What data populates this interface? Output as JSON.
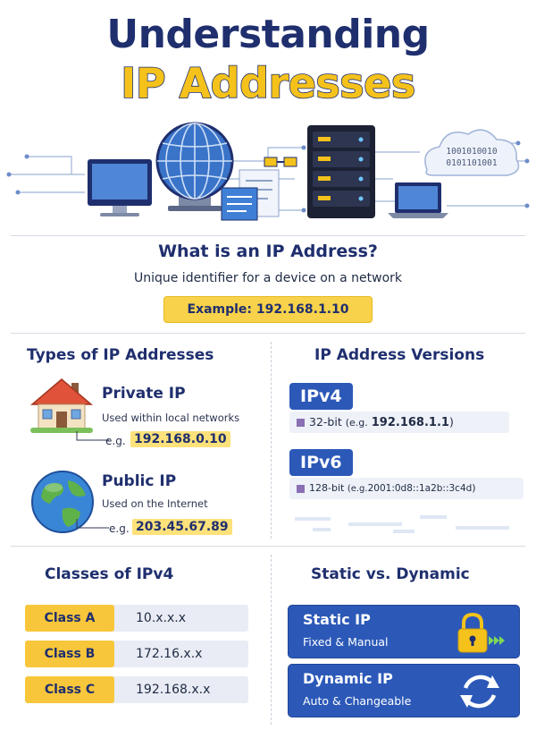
{
  "title": {
    "line1": "Understanding",
    "line2": "IP Addresses"
  },
  "hero": {
    "binary_line1": "1001010010",
    "binary_line2": "0101101001"
  },
  "what": {
    "heading": "What is an IP Address?",
    "subtitle": "Unique identifier for a device on a network",
    "example": "Example: 192.168.1.10"
  },
  "types": {
    "heading": "Types of IP Addresses",
    "private": {
      "name": "Private IP",
      "desc": "Used within local networks",
      "eg_label": "e.g.",
      "eg_value": "192.168.0.10"
    },
    "public": {
      "name": "Public IP",
      "desc": "Used on the Internet",
      "eg_label": "e.g.",
      "eg_value": "203.45.67.89"
    }
  },
  "versions": {
    "heading": "IP Address Versions",
    "ipv4": {
      "label": "IPv4",
      "bits": "32-bit",
      "eg_open": "(e.g.",
      "eg_value": "192.168.1.1",
      "eg_close": ")"
    },
    "ipv6": {
      "label": "IPv6",
      "bits": "128-bit",
      "eg_open": "(e.g.",
      "eg_value": "2001:0d8::1a2b::3c4d",
      "eg_close": ")"
    }
  },
  "classes": {
    "heading": "Classes of IPv4",
    "items": [
      {
        "label": "Class A",
        "value": "10.x.x.x"
      },
      {
        "label": "Class B",
        "value": "172.16.x.x"
      },
      {
        "label": "Class C",
        "value": "192.168.x.x"
      }
    ]
  },
  "static_dynamic": {
    "heading": "Static vs. Dynamic",
    "static": {
      "title": "Static IP",
      "subtitle": "Fixed & Manual",
      "icon": "padlock-icon"
    },
    "dynamic": {
      "title": "Dynamic IP",
      "subtitle": "Auto & Changeable",
      "icon": "refresh-arrows-icon"
    }
  },
  "colors": {
    "navy": "#1f2f6e",
    "yellow": "#f8c63a",
    "blue": "#2c59b8"
  }
}
